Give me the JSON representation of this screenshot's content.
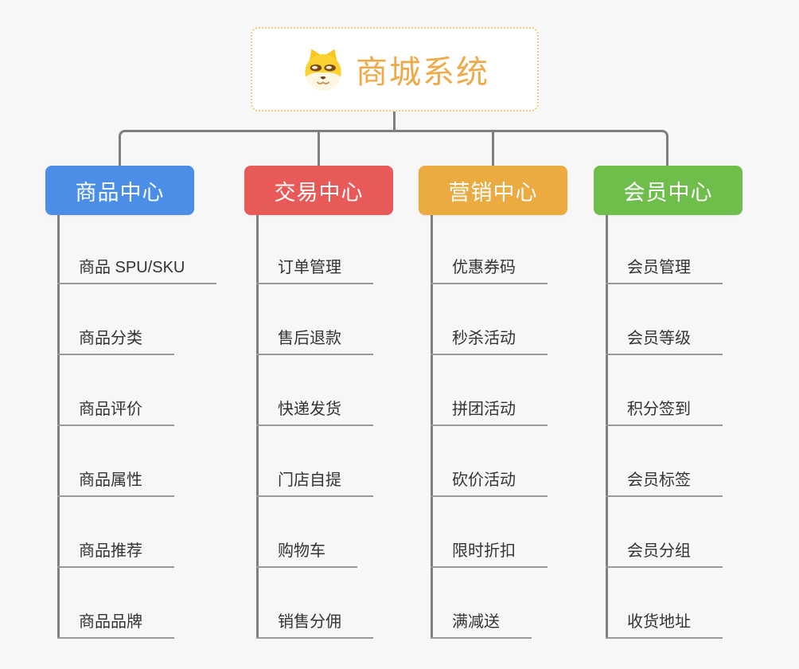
{
  "app": {
    "background": "#F7F7F7",
    "connector_color": "#7F7F7F",
    "underline_color": "#999999",
    "leaf_text_color": "#333333"
  },
  "root": {
    "label": "商城系统",
    "icon": "dog-face-icon",
    "text_color": "#F0A948",
    "border_color": "#F3C97E",
    "background": "#FFFFFF"
  },
  "branches": [
    {
      "label": "商品中心",
      "color": "#4A8EE8",
      "items": [
        "商品 SPU/SKU",
        "商品分类",
        "商品评价",
        "商品属性",
        "商品推荐",
        "商品品牌"
      ]
    },
    {
      "label": "交易中心",
      "color": "#E85A57",
      "items": [
        "订单管理",
        "售后退款",
        "快递发货",
        "门店自提",
        "购物车",
        "销售分佣"
      ]
    },
    {
      "label": "营销中心",
      "color": "#EBAB41",
      "items": [
        "优惠券码",
        "秒杀活动",
        "拼团活动",
        "砍价活动",
        "限时折扣",
        "满减送"
      ]
    },
    {
      "label": "会员中心",
      "color": "#6FBE4B",
      "items": [
        "会员管理",
        "会员等级",
        "积分签到",
        "会员标签",
        "会员分组",
        "收货地址"
      ]
    }
  ]
}
